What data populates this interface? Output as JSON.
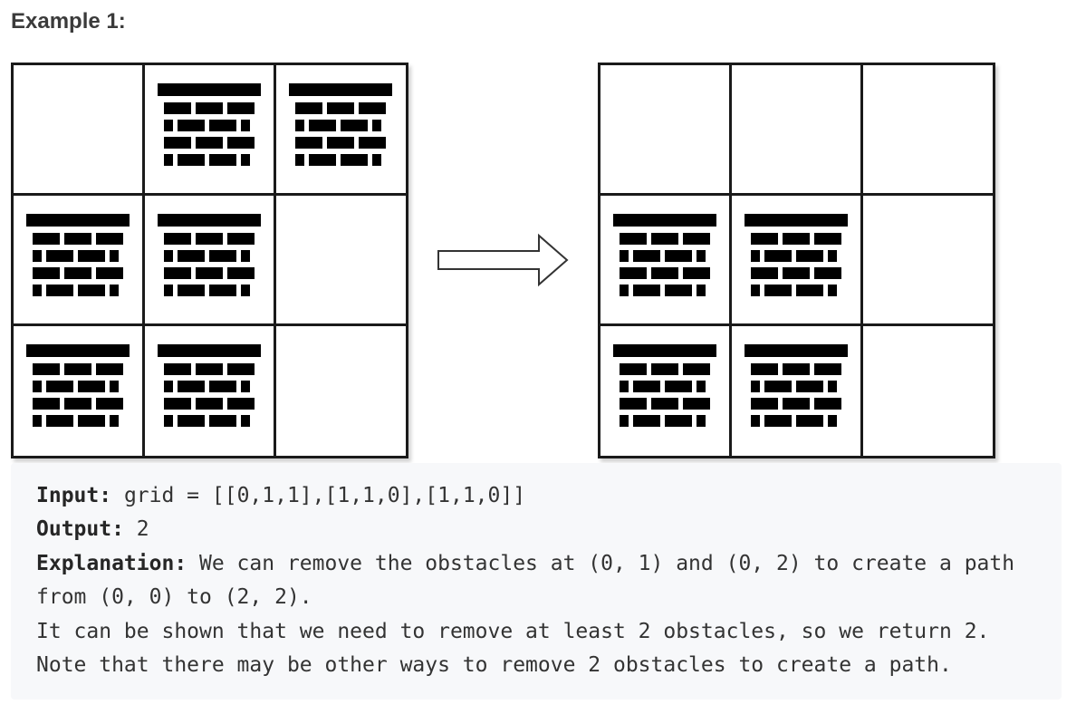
{
  "heading": "Example 1:",
  "grids": {
    "before": [
      [
        0,
        1,
        1
      ],
      [
        1,
        1,
        0
      ],
      [
        1,
        1,
        0
      ]
    ],
    "after": [
      [
        0,
        0,
        0
      ],
      [
        1,
        1,
        0
      ],
      [
        1,
        1,
        0
      ]
    ]
  },
  "icons": {
    "obstacle": "brick-wall-icon",
    "transition": "right-arrow-icon"
  },
  "example": {
    "input_label": "Input:",
    "input_value": " grid = [[0,1,1],[1,1,0],[1,1,0]]",
    "output_label": "Output:",
    "output_value": " 2",
    "explanation_label": "Explanation:",
    "explanation_line1": " We can remove the obstacles at (0, 1) and (0, 2) to create a path",
    "explanation_line2": "from (0, 0) to (2, 2).",
    "explanation_line3": "It can be shown that we need to remove at least 2 obstacles, so we return 2.",
    "explanation_line4": "Note that there may be other ways to remove 2 obstacles to create a path."
  }
}
